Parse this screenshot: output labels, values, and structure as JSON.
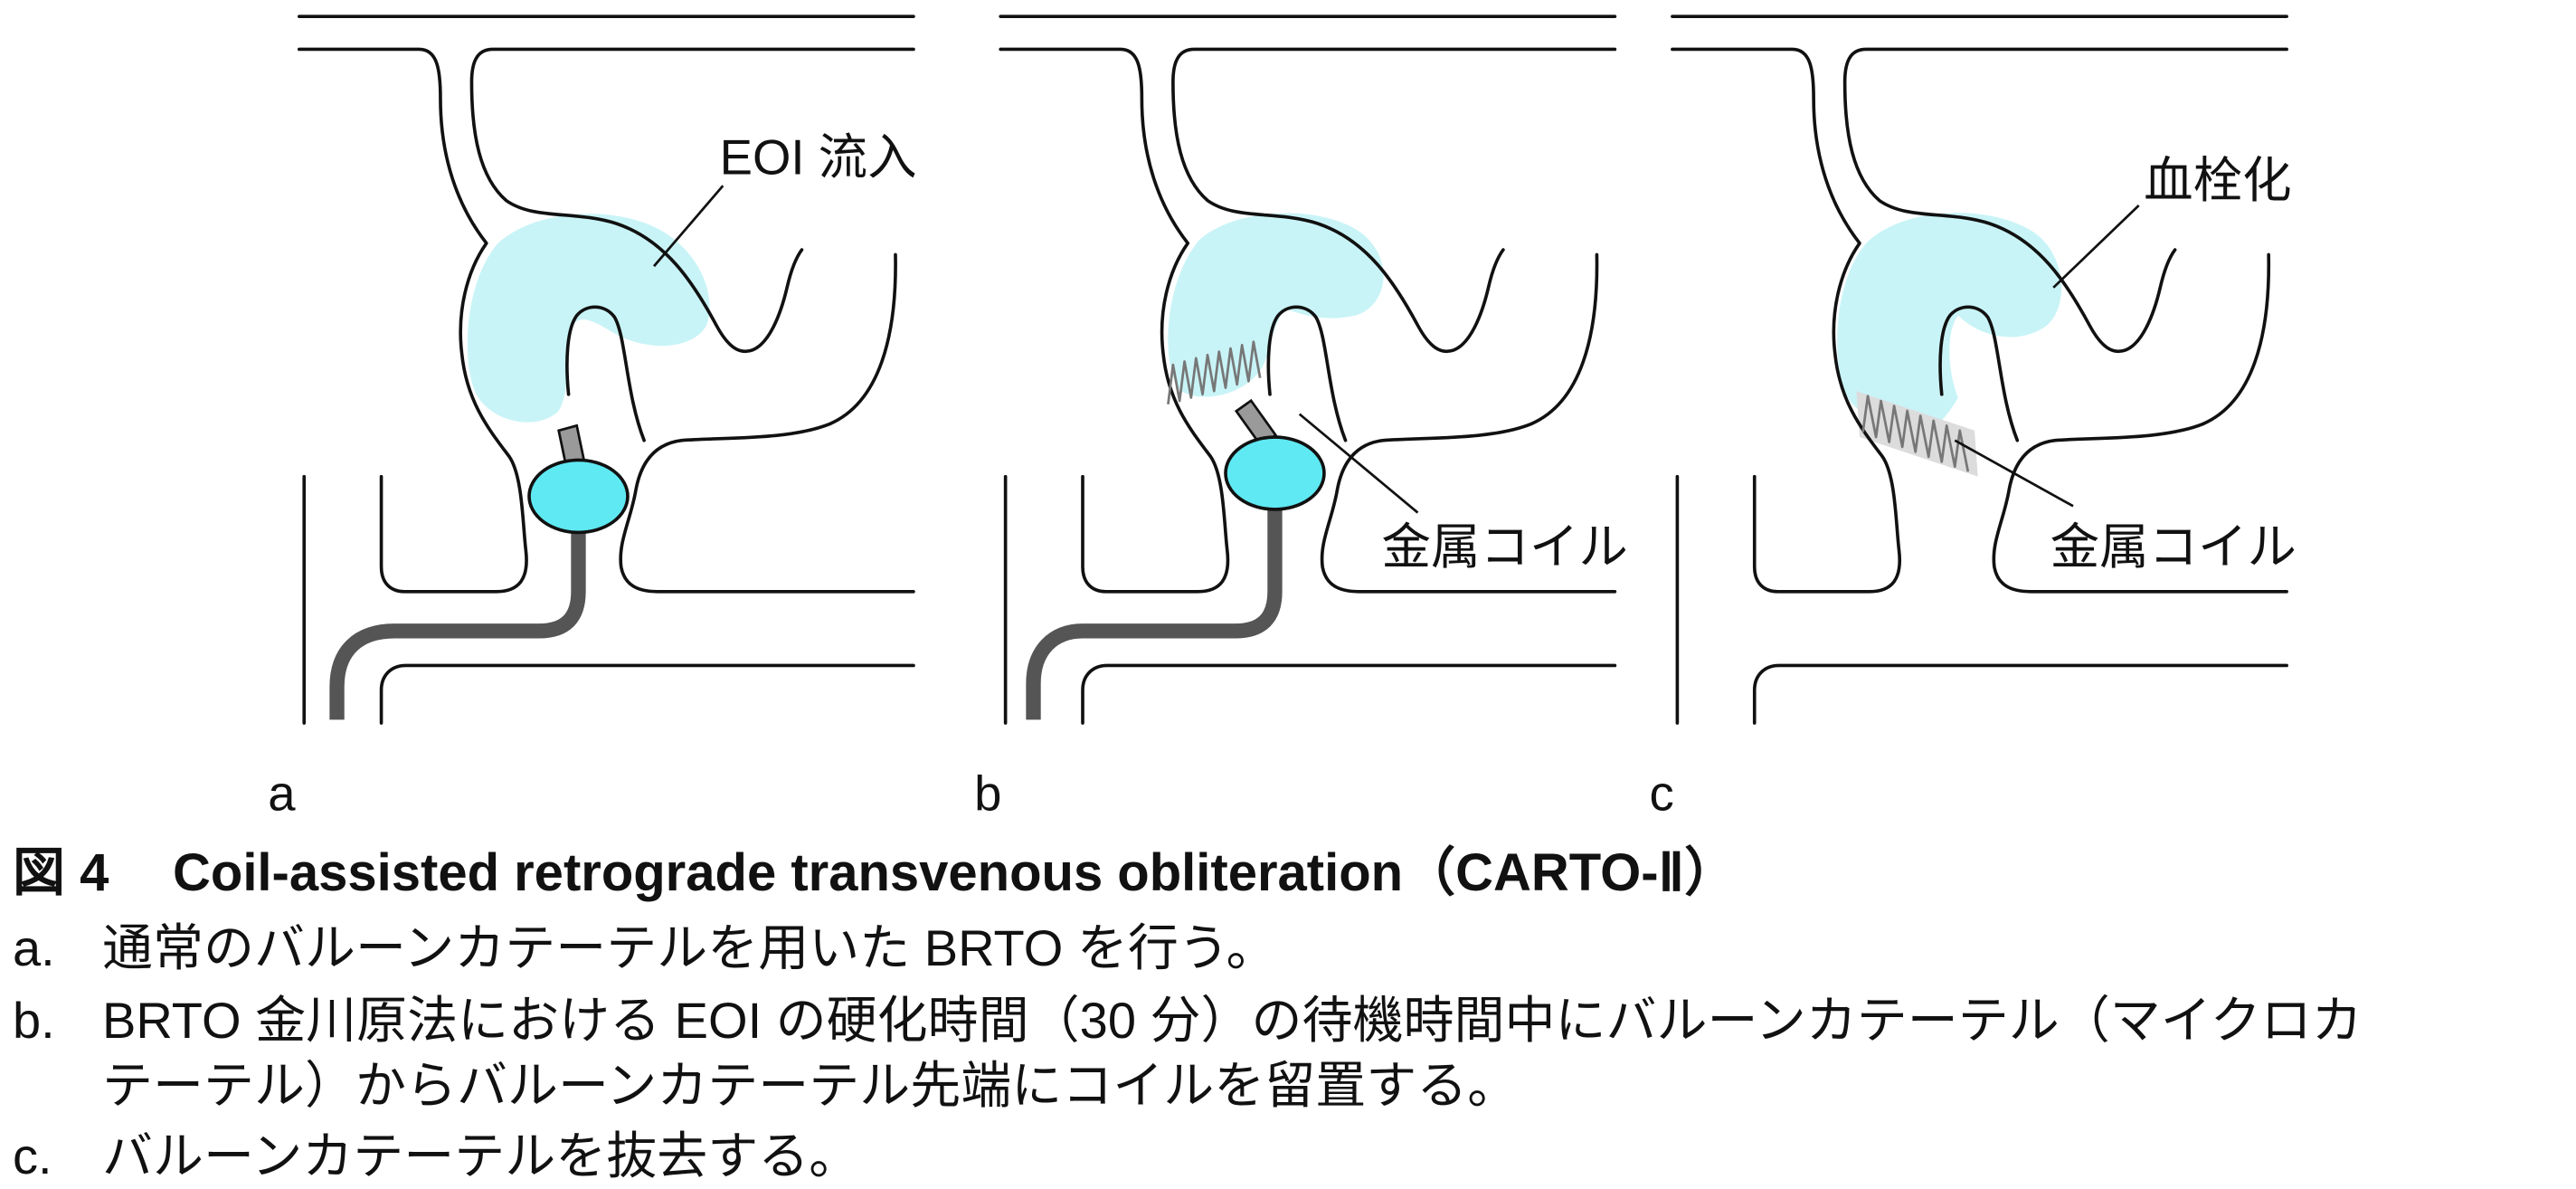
{
  "figure": {
    "label": "図 4",
    "title": "Coil-assisted retrograde transvenous obliteration（CARTO-Ⅱ）"
  },
  "panels": [
    {
      "letter": "a",
      "annotations": [
        "EOI 流入"
      ]
    },
    {
      "letter": "b",
      "annotations": [
        "金属コイル"
      ]
    },
    {
      "letter": "c",
      "annotations": [
        "血栓化",
        "金属コイル"
      ]
    }
  ],
  "legend": [
    {
      "marker": "a.",
      "lines": [
        "通常のバルーンカテーテルを用いた BRTO を行う。"
      ]
    },
    {
      "marker": "b.",
      "lines": [
        "BRTO 金川原法における EOI の硬化時間（30 分）の待機時間中にバルーンカテーテル（マイクロカ",
        "テーテル）からバルーンカテーテル先端にコイルを留置する。"
      ]
    },
    {
      "marker": "c.",
      "lines": [
        "バルーンカテーテルを抜去する。"
      ]
    }
  ],
  "colors": {
    "varix_fill": "#c9f4f7",
    "balloon_fill": "#5fe9f2",
    "catheter": "#555555",
    "coil": "#777777",
    "thrombosed_coil_fill": "#dcdcdc"
  }
}
